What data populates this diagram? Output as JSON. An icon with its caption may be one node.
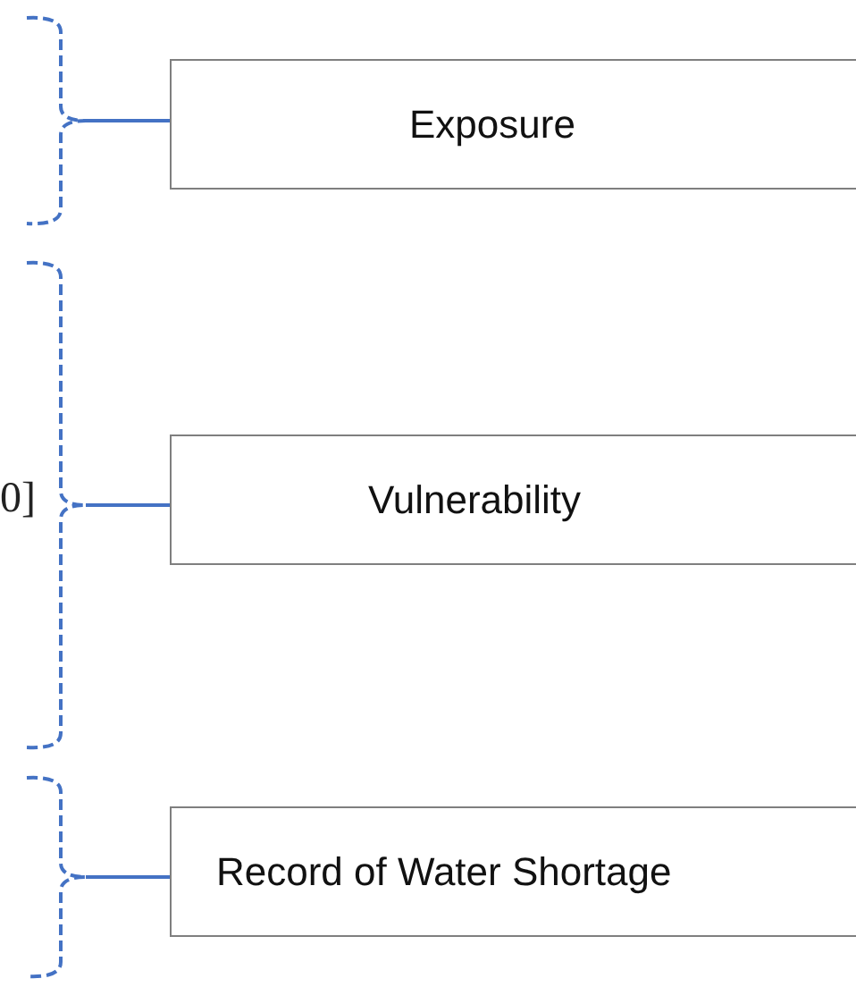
{
  "diagram": {
    "nodes": [
      {
        "text": [],
        "shape": "brace"
      },
      {
        "text": [
          "Exposure"
        ]
      },
      {
        "text": [],
        "shape": "brace"
      },
      {
        "text": [
          "Vulnerability"
        ]
      },
      {
        "text": [],
        "shape": "brace"
      },
      {
        "text": [
          "Record of Water Shortage"
        ]
      }
    ],
    "edges": [
      {
        "from": 0,
        "to": 1,
        "arrow": "none"
      },
      {
        "from": 2,
        "to": 3,
        "arrow": "none"
      },
      {
        "from": 4,
        "to": 5,
        "arrow": "none"
      }
    ],
    "labels": [
      "0]"
    ]
  }
}
